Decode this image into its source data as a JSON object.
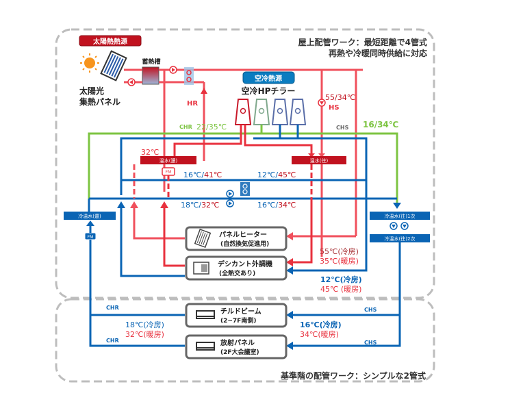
{
  "colors": {
    "red": "#e8313e",
    "pink_red": "#f0505c",
    "dark_red": "#c1121f",
    "blue": "#0a64b4",
    "green": "#7dc442",
    "gray_border": "#bdbdbd",
    "chiller_red": "#c8192a",
    "chiller_green": "#7fa88c",
    "chiller_blue": "#5a6ea8",
    "air_source_bg": "#0a7cc0"
  },
  "rooftop_zone": {
    "title_line1": "屋上配管ワーク：最短距離で4管式",
    "title_line2": "再熱や冷暖同時供給に対応"
  },
  "floor_zone": {
    "title": "基準階の配管ワーク：シンプルな2管式"
  },
  "solar": {
    "badge": "太陽熱熱源",
    "panel_label_line1": "太陽光",
    "panel_label_line2": "集熱パネル",
    "storage_tank_label": "蓄熱槽",
    "hr_label": "HR"
  },
  "air_source": {
    "badge": "空冷熱源",
    "chiller_label": "空冷HPチラー",
    "hs_temp": "55/34℃",
    "hs_label": "HS"
  },
  "pipes": {
    "chr_label": "CHR",
    "chr_temp": "22/35℃",
    "chs_label": "CHS",
    "chs_temp": "16/34℃",
    "warm_temp_32": "32℃",
    "temp_16_41_cold": "16℃/",
    "temp_16_41_hot": "41℃",
    "temp_12_45_cold": "12℃/",
    "temp_12_45_hot": "45℃",
    "temp_18_32_cold": "18℃/",
    "temp_18_32_hot": "32℃",
    "temp_16_34_cold": "16℃/",
    "temp_16_34_hot": "34℃"
  },
  "headers": {
    "warm_return": "温水(還)",
    "warm_supply": "温水(往)",
    "cw_return": "冷温水(還)",
    "cw_supply_1": "冷温水(往)1次",
    "cw_supply_2": "冷温水(往)2次",
    "fm": "FM"
  },
  "equipment": {
    "panel_heater_line1": "パネルヒーター",
    "panel_heater_line2": "(自然換気促進用)",
    "desiccant_line1": "デシカント外調機",
    "desiccant_line2": "(全熱交あり)",
    "chilled_beam_line1": "チルドビーム",
    "chilled_beam_line2": "(2~7F南側)",
    "radiant_panel_line1": "放射パネル",
    "radiant_panel_line2": "(2F大会議室)"
  },
  "temps": {
    "desiccant_hot_cool": "55℃(冷房)",
    "desiccant_hot_heat": "35℃(暖房)",
    "desiccant_cw_cool": "12℃(冷房)",
    "desiccant_cw_heat": "45℃ (暖房)",
    "floor_return_cool": "18℃(冷房)",
    "floor_return_heat": "32℃(暖房)",
    "floor_supply_cool": "16℃(冷房)",
    "floor_supply_heat": "34℃(暖房)",
    "floor_chr_label": "CHR",
    "floor_chs_label": "CHS"
  }
}
